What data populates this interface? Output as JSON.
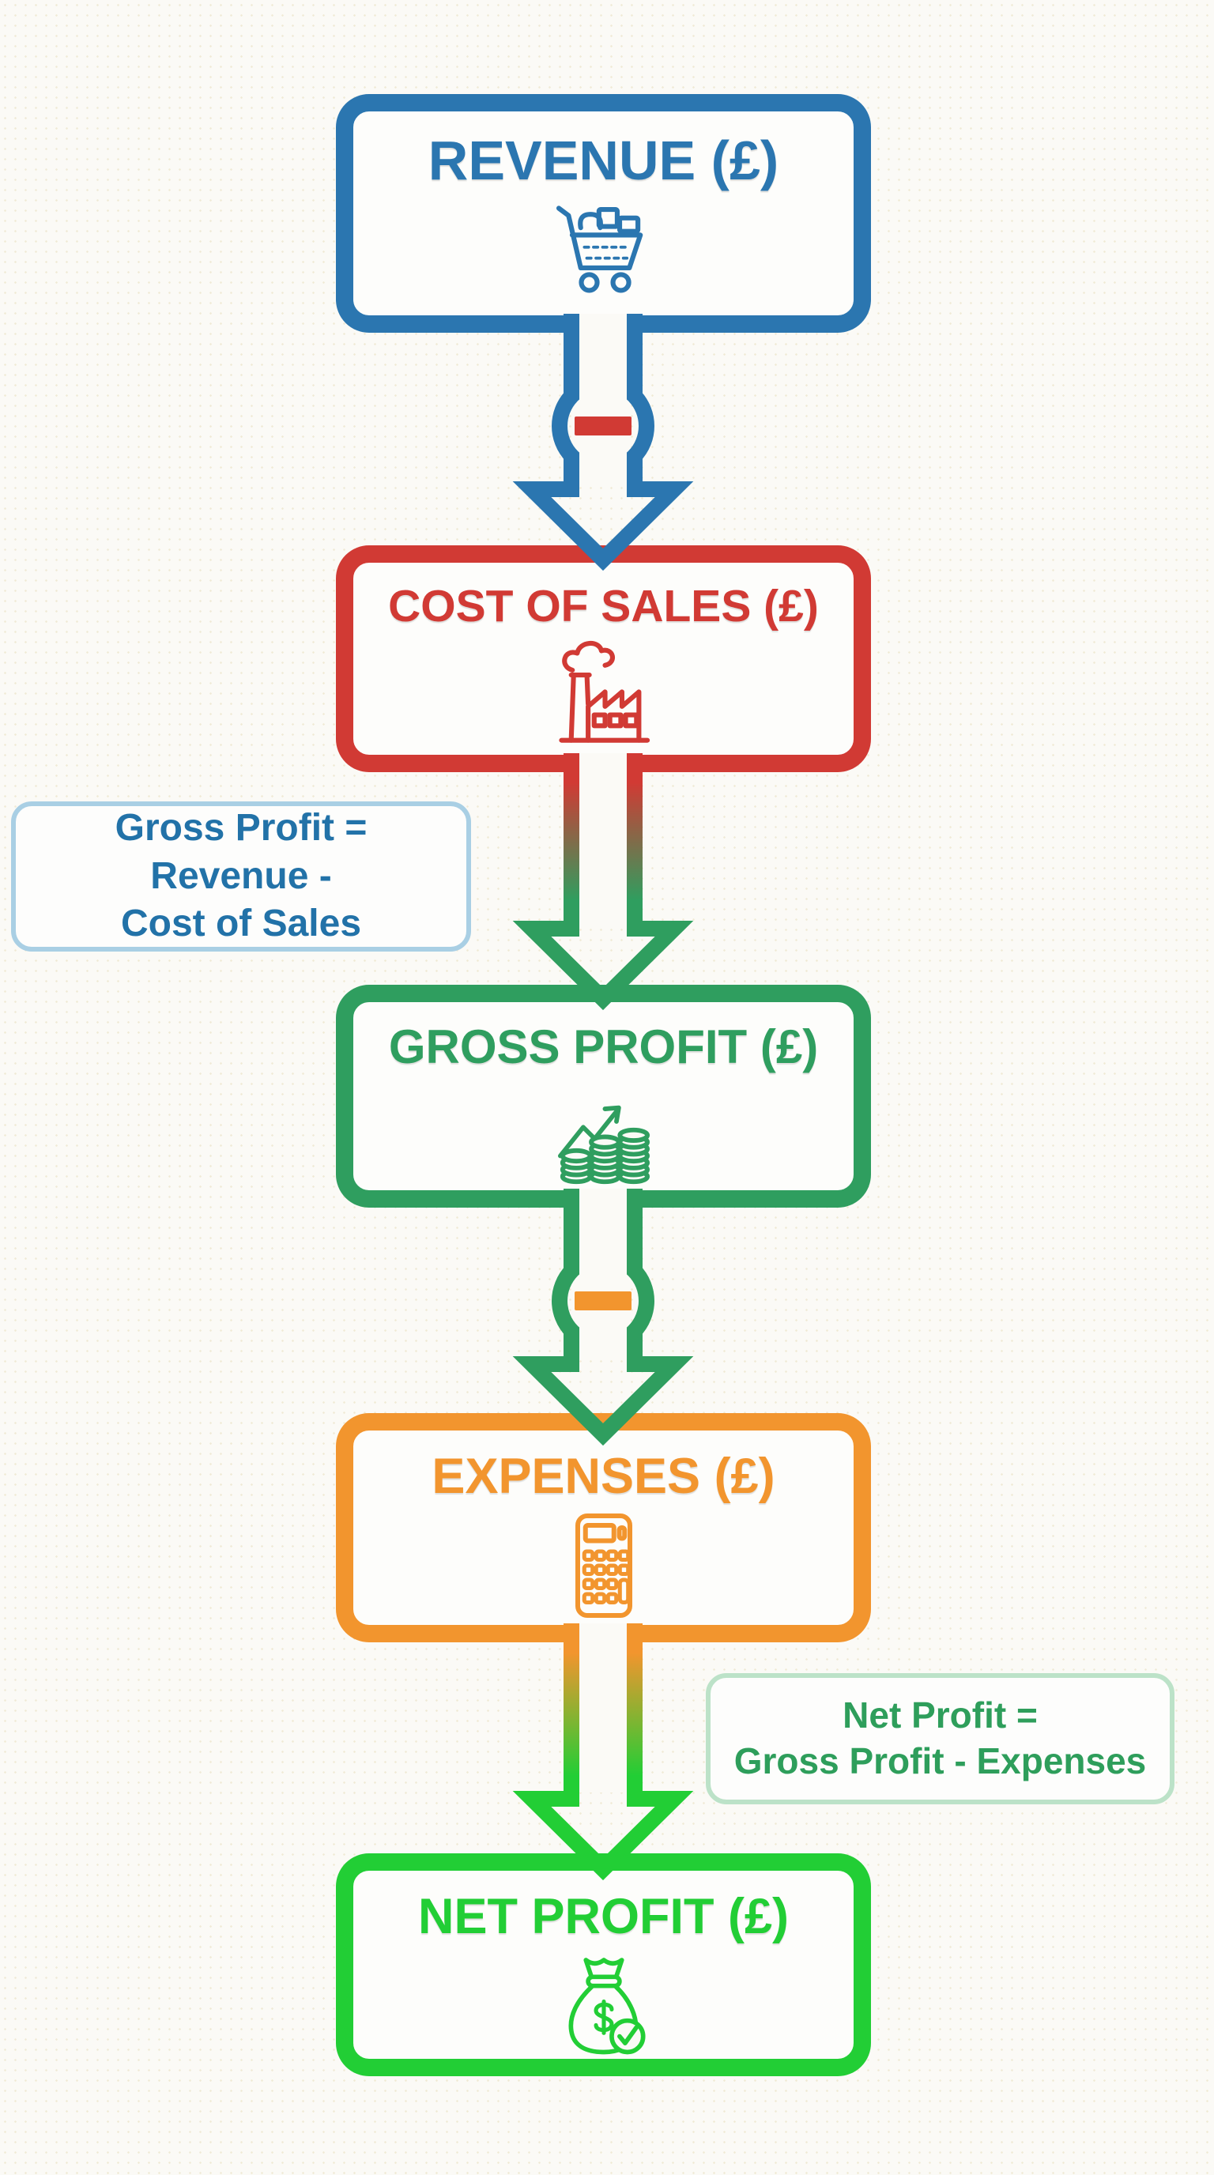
{
  "palette": {
    "background": "#fbfaf6",
    "revenue_blue": "#2b76b0",
    "cost_red": "#d13a34",
    "gross_green": "#2f9e5f",
    "expenses_orange": "#f2952e",
    "net_bright_green": "#22ce35",
    "note_blue_border": "#a9cfe4",
    "note_blue_text": "#2272a8",
    "note_green_border": "#bce2c8",
    "note_green_text": "#2e9e5b"
  },
  "flow": {
    "boxes": [
      {
        "id": "revenue",
        "label": "REVENUE (£)",
        "color": "#2b76b0",
        "icon": "shopping-cart-icon"
      },
      {
        "id": "cost-of-sales",
        "label": "COST OF SALES (£)",
        "color": "#d13a34",
        "icon": "factory-icon"
      },
      {
        "id": "gross-profit",
        "label": "GROSS PROFIT (£)",
        "color": "#2f9e5f",
        "icon": "coins-growth-icon"
      },
      {
        "id": "expenses",
        "label": "EXPENSES (£)",
        "color": "#f2952e",
        "icon": "calculator-icon"
      },
      {
        "id": "net-profit",
        "label": "NET PROFIT (£)",
        "color": "#22ce35",
        "icon": "money-bag-check-icon"
      }
    ],
    "connectors": [
      {
        "from": "revenue",
        "to": "cost-of-sales",
        "operator": "-",
        "operator_color": "#d13a34",
        "arrow_color": "#2b76b0",
        "style": "minus-bulge"
      },
      {
        "from": "cost-of-sales",
        "to": "gross-profit",
        "operator": "",
        "gradient": [
          "#d13a34",
          "#2f9e5f"
        ],
        "style": "plain"
      },
      {
        "from": "gross-profit",
        "to": "expenses",
        "operator": "-",
        "operator_color": "#f2952e",
        "arrow_color": "#2f9e5f",
        "style": "minus-bulge"
      },
      {
        "from": "expenses",
        "to": "net-profit",
        "operator": "",
        "gradient": [
          "#f2952e",
          "#22ce35"
        ],
        "style": "plain"
      }
    ],
    "annotations": [
      {
        "id": "gross-profit-formula",
        "side": "left",
        "lines": [
          "Gross Profit =",
          "Revenue -",
          "Cost of Sales"
        ]
      },
      {
        "id": "net-profit-formula",
        "side": "right",
        "lines": [
          "Net Profit =",
          "Gross Profit - Expenses"
        ]
      }
    ]
  }
}
